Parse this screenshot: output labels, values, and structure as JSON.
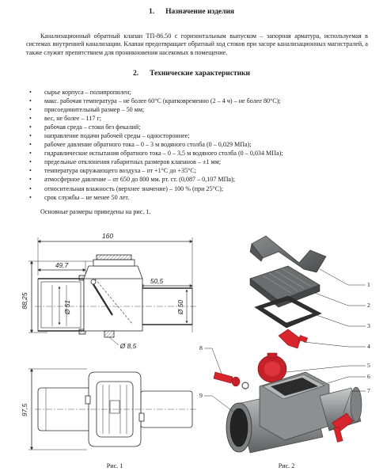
{
  "section1": {
    "number": "1.",
    "title": "Назначение изделия"
  },
  "purpose": "Канализационный обратный клапан ТП-86.50 с горизонтальным выпуском – запорная арматура, используемая в системах внутренней канализации. Клапан предотвращает обратный ход стоков при засоре канализационных магистралей, а также служит препятствием для проникновения насекомых в помещение.",
  "section2": {
    "number": "2.",
    "title": "Технические характеристики"
  },
  "specs": [
    "сырье корпуса – полипропилен;",
    "макс. рабочая температура – не более 60°С (кратковременно (2 – 4 ч) – не более 80°С);",
    "присоединительный размер – 50 мм;",
    "вес, не более – 117 г;",
    "рабочая среда – стоки без фекалий;",
    "направление подачи рабочей среды – одностороннее;",
    "рабочее давление обратного тока – 0 – 3 м водяного столба (0 – 0,029 МПа);",
    "гидравлические испытания обратного тока – 0 – 3,5 м водяного столба (0 – 0,034 МПа);",
    "предельные отклонения габаритных размеров клапанов – ±1 мм;",
    "температура окружающего воздуха – от +1°С до +35°С;",
    "атмосферное давление – от 650 до 800 мм. рт. ст. (0,087 – 0,107 МПа);",
    "относительная влажность (верхнее значение) – 100 % (при 25°С);",
    "срок службы – не менее 50 лет."
  ],
  "dimensions_intro": "Основные размеры приведены на рис. 1.",
  "figure1": {
    "caption": "Рис. 1",
    "dims": {
      "length": "160",
      "offset": "49,7",
      "inlet_len": "50,5",
      "height": "88,25",
      "inner_d": "Ø 51",
      "outer_d": "Ø 50",
      "bolt": "Ø 8,5",
      "width": "97,5"
    }
  },
  "figure2": {
    "caption": "Рис. 2",
    "callouts": [
      "1",
      "2",
      "3",
      "4",
      "5",
      "6",
      "7",
      "8",
      "9"
    ],
    "colors": {
      "body": "#8e8f90",
      "accent": "#d8242c",
      "dark": "#3e3e40"
    }
  }
}
